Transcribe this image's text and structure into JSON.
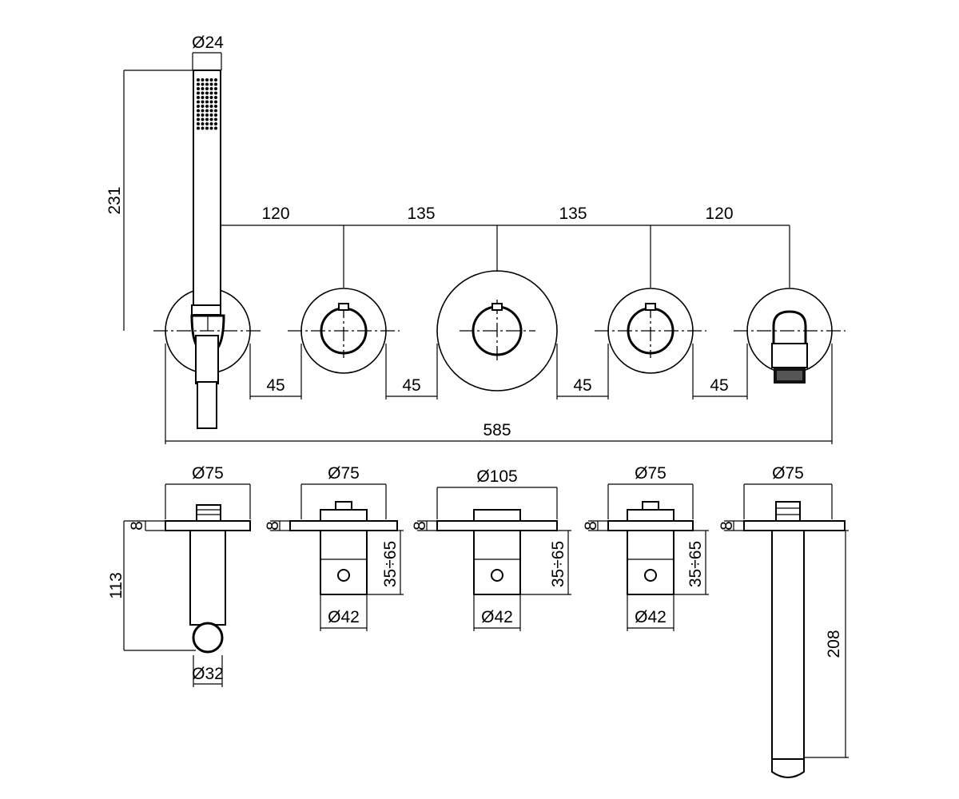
{
  "top_view": {
    "handshower_diameter": "Ø24",
    "handshower_height": "231",
    "spacing_1": "120",
    "spacing_2": "135",
    "spacing_3": "135",
    "spacing_4": "120",
    "gap_1": "45",
    "gap_2": "45",
    "gap_3": "45",
    "gap_4": "45",
    "total_width": "585"
  },
  "side_views": {
    "holder_plate_diameter": "Ø75",
    "holder_plate_thickness": "8",
    "holder_depth": "113",
    "holder_outlet_diameter": "Ø32",
    "valve1_plate_diameter": "Ø75",
    "valve1_plate_thickness": "8",
    "valve1_body_diameter": "Ø42",
    "valve1_adjust_range": "35÷65",
    "mixer_plate_diameter": "Ø105",
    "mixer_plate_thickness": "8",
    "mixer_body_diameter": "Ø42",
    "mixer_adjust_range": "35÷65",
    "valve2_plate_diameter": "Ø75",
    "valve2_plate_thickness": "8",
    "valve2_body_diameter": "Ø42",
    "valve2_adjust_range": "35÷65",
    "spout_plate_diameter": "Ø75",
    "spout_plate_thickness": "8",
    "spout_length": "208"
  }
}
